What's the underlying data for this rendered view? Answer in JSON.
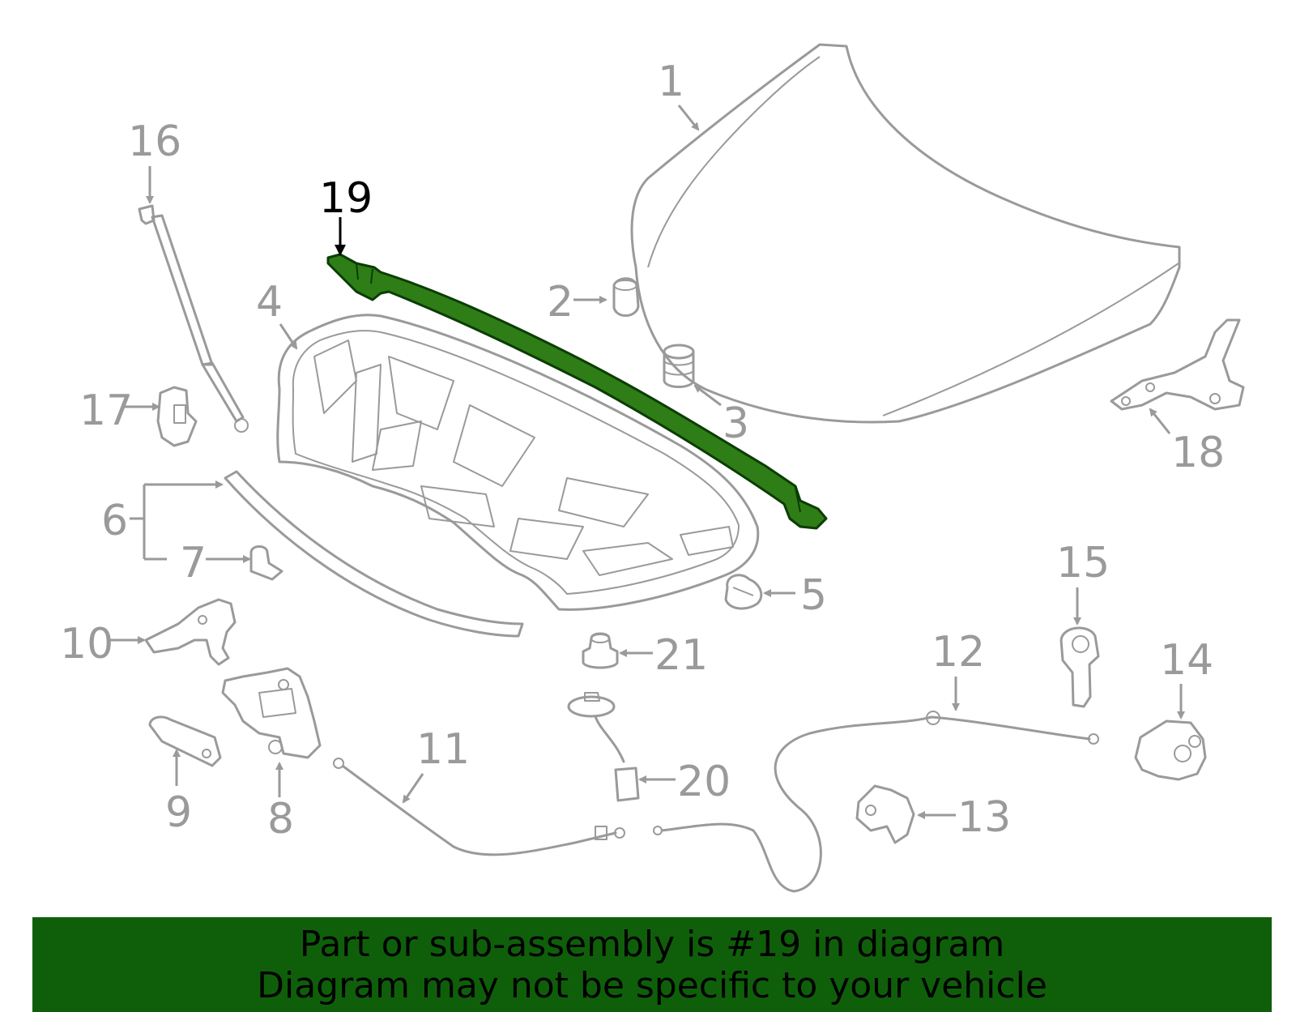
{
  "diagram": {
    "highlight_color": "#2e7d16",
    "callouts": {
      "c1": "1",
      "c2": "2",
      "c3": "3",
      "c4": "4",
      "c5": "5",
      "c6": "6",
      "c7": "7",
      "c8": "8",
      "c9": "9",
      "c10": "10",
      "c11": "11",
      "c12": "12",
      "c13": "13",
      "c14": "14",
      "c15": "15",
      "c16": "16",
      "c17": "17",
      "c18": "18",
      "c19": "19",
      "c20": "20",
      "c21": "21"
    }
  },
  "banner": {
    "background": "#0f5f0a",
    "line1": "Part or sub-assembly is #19 in diagram",
    "line2": "Diagram may not be specific to your vehicle"
  }
}
